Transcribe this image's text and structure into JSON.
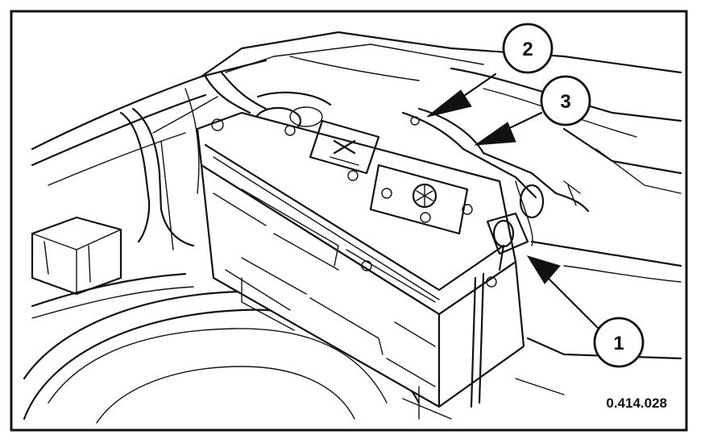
{
  "figure": {
    "reference_code": "0.414.028",
    "callouts": [
      {
        "label": "1"
      },
      {
        "label": "2"
      },
      {
        "label": "3"
      }
    ]
  }
}
